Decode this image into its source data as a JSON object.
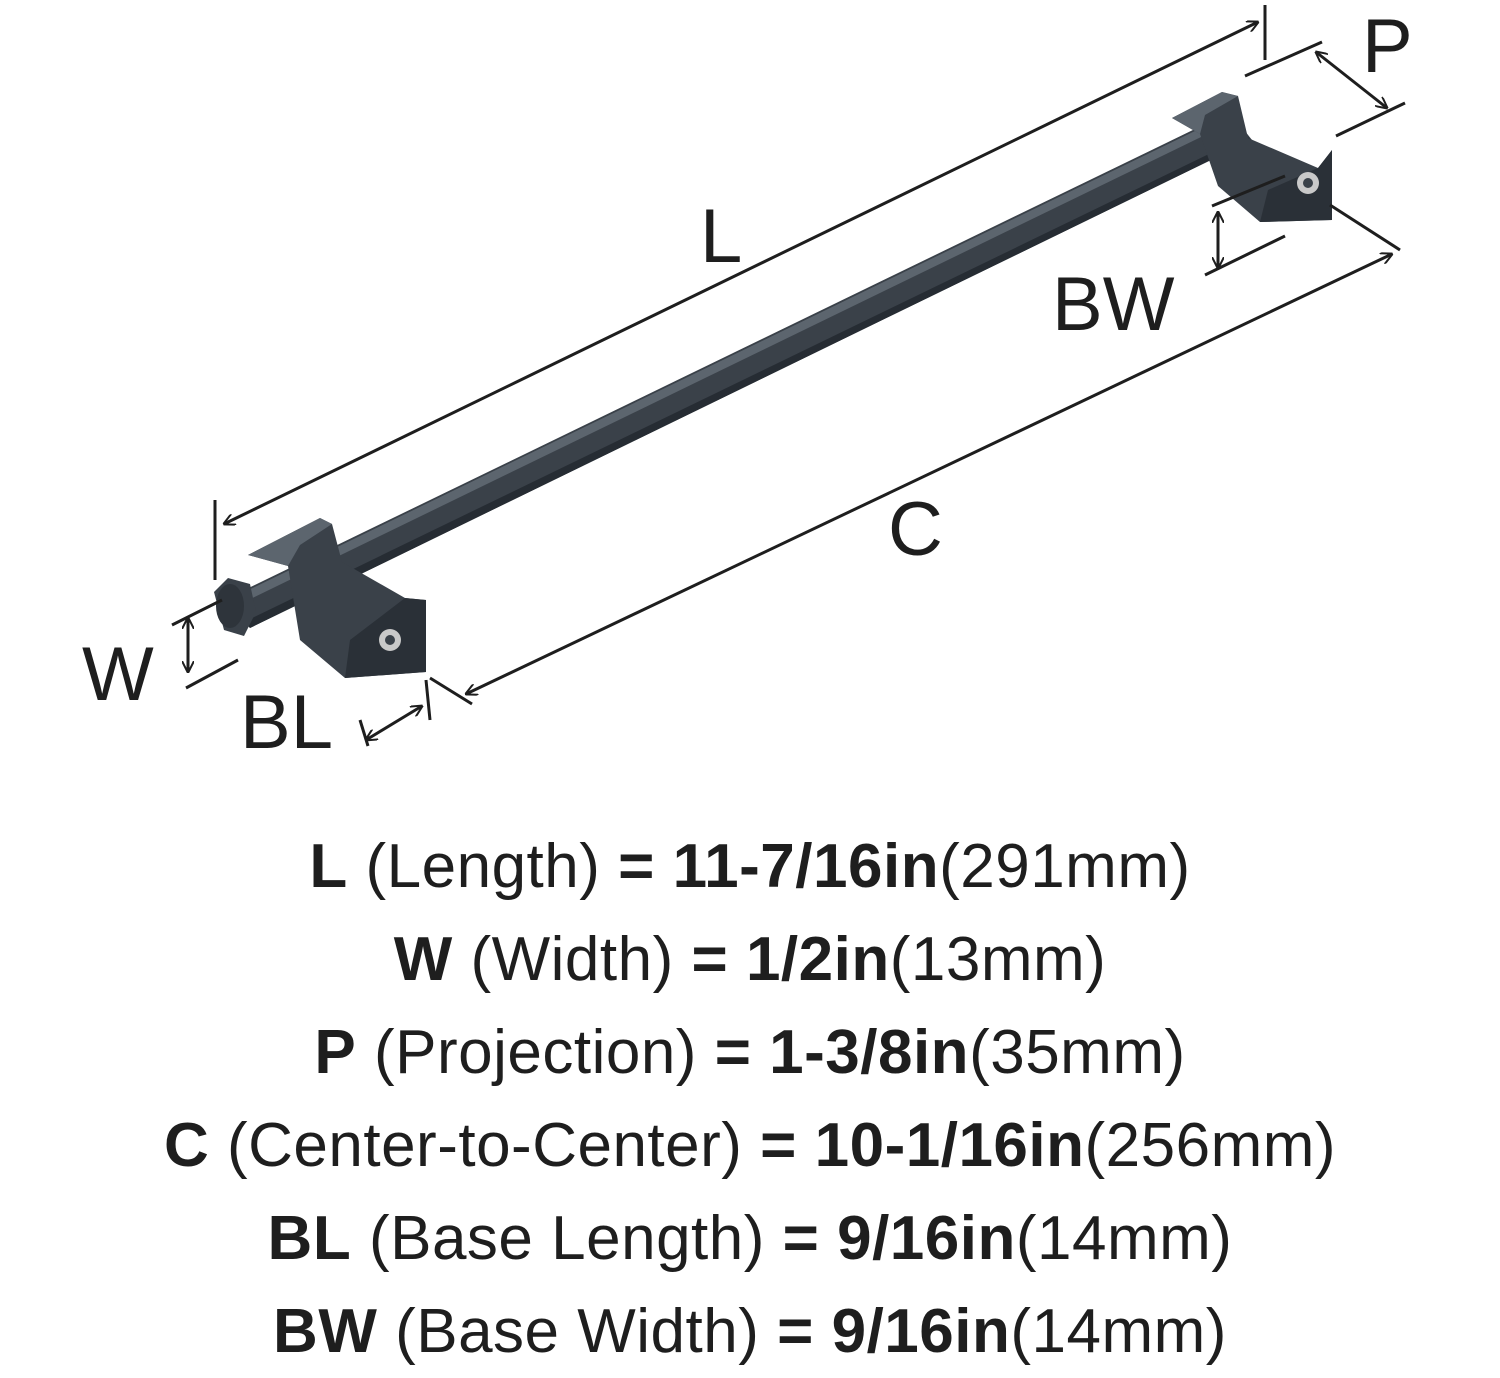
{
  "diagram": {
    "labels": {
      "L": "L",
      "P": "P",
      "BW": "BW",
      "C": "C",
      "W": "W",
      "BL": "BL"
    },
    "colors": {
      "finish": "#3a4149",
      "finish_dark": "#262c33",
      "finish_light": "#5c656e",
      "screw": "#c9c9c9",
      "line": "#1e1e1e"
    }
  },
  "specs": [
    {
      "key": "L",
      "name": "(Length)",
      "eq": "=",
      "imperial": "11-7/16in",
      "metric": "(291mm)"
    },
    {
      "key": "W",
      "name": "(Width)",
      "eq": "=",
      "imperial": "1/2in",
      "metric": "(13mm)"
    },
    {
      "key": "P",
      "name": "(Projection)",
      "eq": "=",
      "imperial": "1-3/8in",
      "metric": "(35mm)"
    },
    {
      "key": "C",
      "name": "(Center-to-Center)",
      "eq": "=",
      "imperial": "10-1/16in",
      "metric": "(256mm)"
    },
    {
      "key": "BL",
      "name": "(Base Length)",
      "eq": "=",
      "imperial": "9/16in",
      "metric": "(14mm)"
    },
    {
      "key": "BW",
      "name": "(Base Width)",
      "eq": "=",
      "imperial": "9/16in",
      "metric": "(14mm)"
    }
  ]
}
